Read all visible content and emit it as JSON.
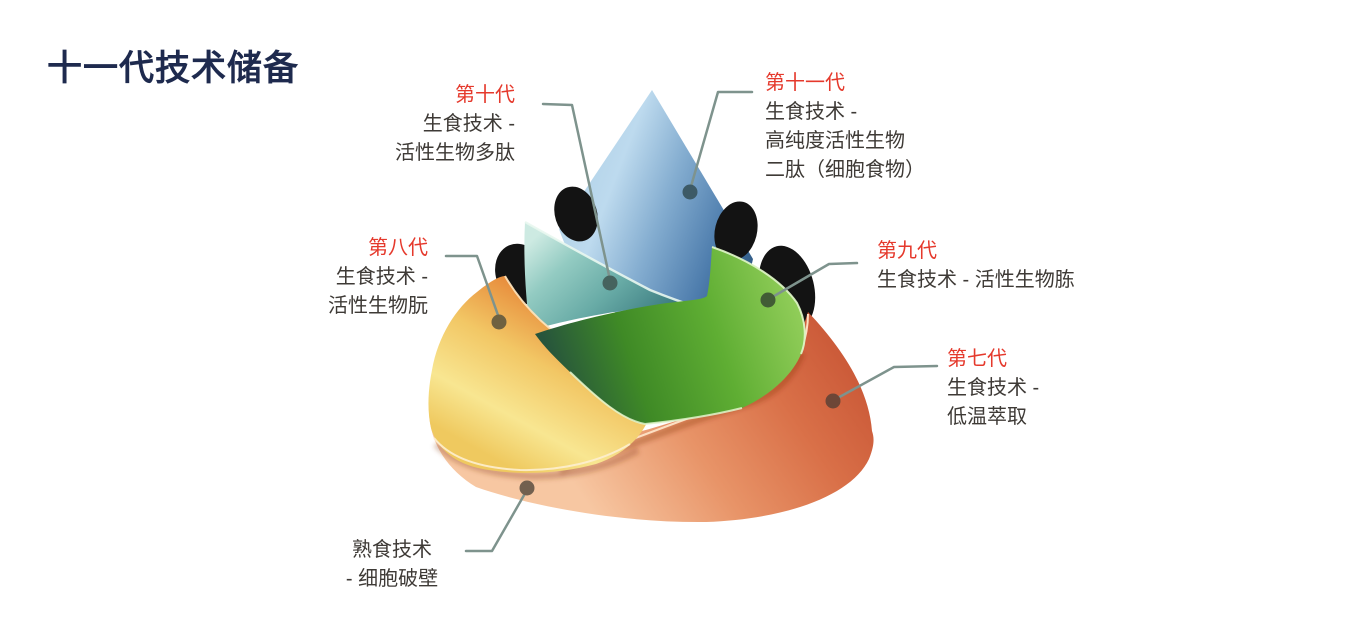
{
  "title": "十一代技术储备",
  "labels": {
    "gen11": {
      "generation": "第十一代",
      "lines": [
        "生食技术 -",
        "高纯度活性生物",
        "二肽（细胞食物）"
      ]
    },
    "gen10": {
      "generation": "第十代",
      "lines": [
        "生食技术 -",
        "活性生物多肽"
      ]
    },
    "gen9": {
      "generation": "第九代",
      "lines": [
        "生食技术 - 活性生物胨"
      ]
    },
    "gen8": {
      "generation": "第八代",
      "lines": [
        "生食技术 -",
        "活性生物朊"
      ]
    },
    "gen7": {
      "generation": "第七代",
      "lines": [
        "生食技术 -",
        "低温萃取"
      ]
    },
    "cooked": {
      "lines": [
        "熟食技术",
        "- 细胞破壁"
      ]
    }
  },
  "cone_layers": [
    {
      "id": "top-cone",
      "generation_label": "第十一代",
      "color": "#5d8cbc"
    },
    {
      "id": "band-teal",
      "generation_label": "第十代",
      "color": "#68aba6"
    },
    {
      "id": "band-green",
      "generation_label": "第九代",
      "color": "#63b236"
    },
    {
      "id": "band-yellow",
      "generation_label": "第八代",
      "color": "#f2c765"
    },
    {
      "id": "band-orange",
      "generation_label": "第七代",
      "color": "#dd7a52"
    },
    {
      "id": "base-front",
      "generation_label": "熟食技术",
      "color": "#f6c5a0"
    }
  ],
  "colors": {
    "accent_red": "#e5392c",
    "title_navy": "#1e2a4e",
    "text_dark": "#3e3a36",
    "connector_line": "#7e938d"
  }
}
